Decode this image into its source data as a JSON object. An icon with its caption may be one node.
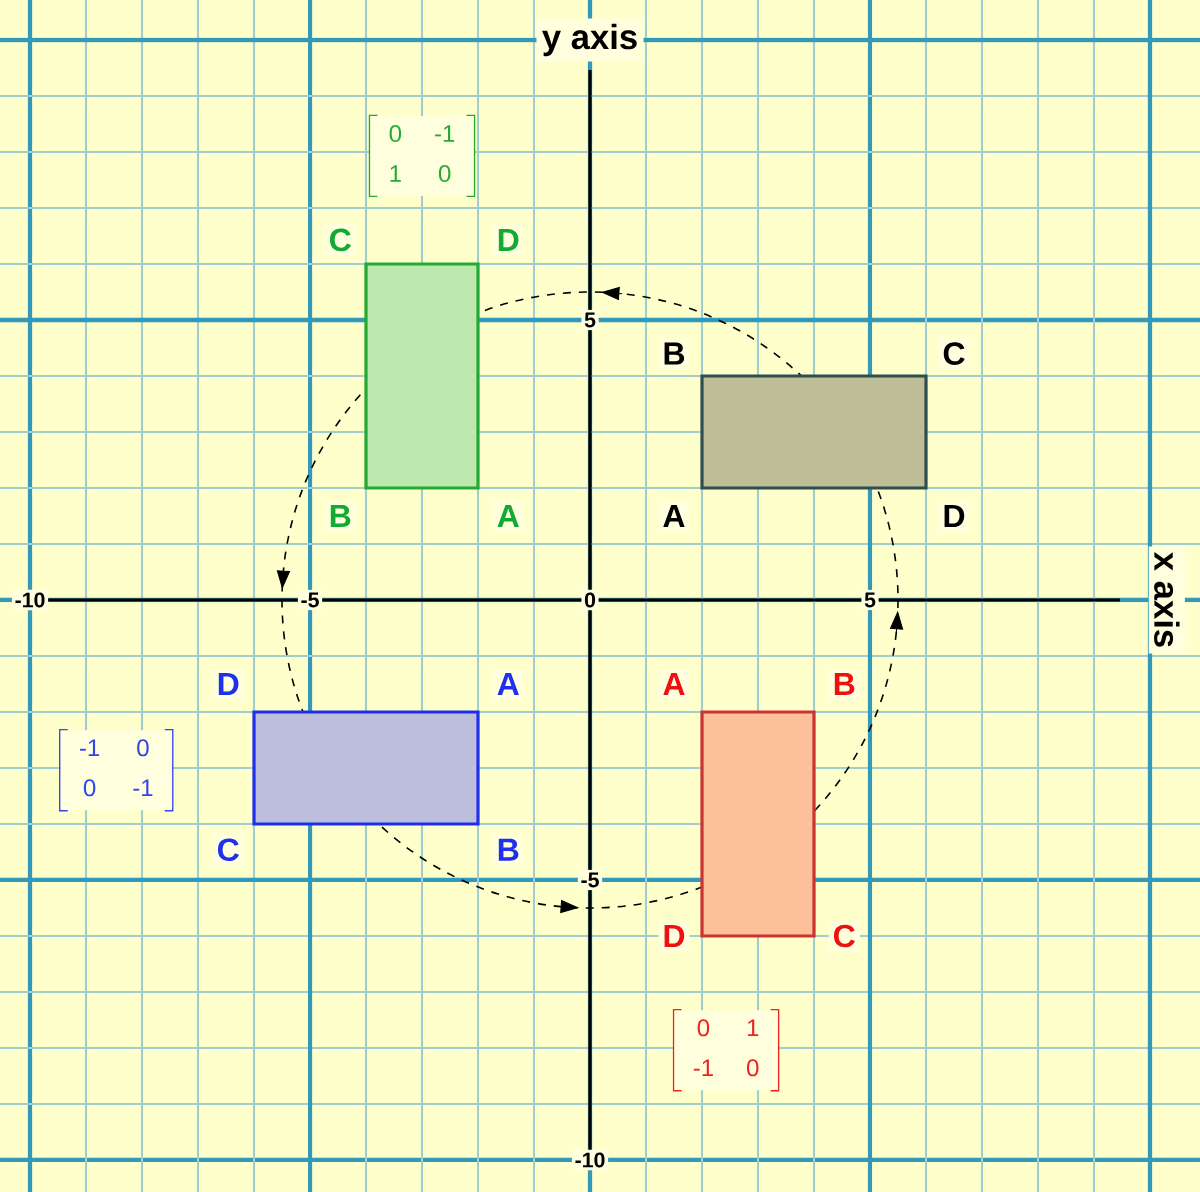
{
  "diagram": {
    "nodes": [
      {
        "text": [],
        "shape": "box",
        "beside": [
          "A",
          "B",
          "C",
          "D"
        ]
      },
      {
        "text": [],
        "shape": "box",
        "beside": [
          "A",
          "B",
          "C",
          "D"
        ]
      },
      {
        "text": [],
        "shape": "box",
        "beside": [
          "A",
          "B",
          "C",
          "D"
        ]
      },
      {
        "text": [],
        "shape": "box",
        "beside": [
          "A",
          "B",
          "C",
          "D"
        ]
      },
      {
        "text": [
          "0",
          "-1",
          "1",
          "0"
        ]
      },
      {
        "text": [
          "-1",
          "0",
          "0",
          "-1"
        ]
      },
      {
        "text": [
          "0",
          "1",
          "-1",
          "0"
        ]
      }
    ],
    "edges": [],
    "labels": [
      "y axis",
      "5",
      "-10",
      "-5",
      "0",
      "5",
      "x axis",
      "-5",
      "-10"
    ]
  }
}
